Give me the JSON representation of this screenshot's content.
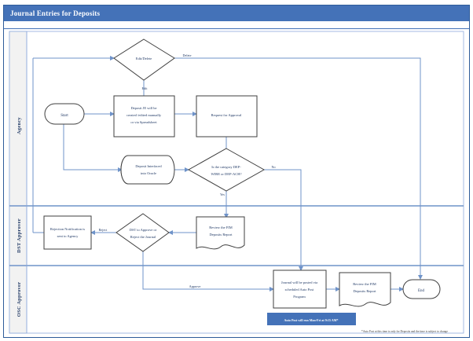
{
  "header": {
    "title": "Journal Entries for Deposits"
  },
  "lanes": [
    {
      "id": "agency",
      "label": "Agency"
    },
    {
      "id": "dst",
      "label": "DST Approver"
    },
    {
      "id": "osc",
      "label": "OSC Approver"
    }
  ],
  "nodes": [
    {
      "id": "edit-delete",
      "shape": "decision",
      "label": "Edit/Delete"
    },
    {
      "id": "start",
      "shape": "terminator",
      "label": "Start"
    },
    {
      "id": "deposit-je",
      "shape": "process",
      "lines": [
        "Deposit JE will be",
        "created /edited manually",
        "or via Spreadsheet"
      ]
    },
    {
      "id": "request-approval",
      "shape": "process",
      "lines": [
        "Request for Approval"
      ]
    },
    {
      "id": "deposit-interfaced",
      "shape": "database",
      "lines": [
        "Deposit Interfaced",
        "into Oracle"
      ]
    },
    {
      "id": "category-check",
      "shape": "decision",
      "lines": [
        "Is the category DEP-",
        "WIRE or DEP-ACH?"
      ]
    },
    {
      "id": "rejection-notification",
      "shape": "process",
      "lines": [
        "Rejection Notification is",
        "sent to Agency"
      ]
    },
    {
      "id": "dst-decision",
      "shape": "decision",
      "lines": [
        "DST to Approve or",
        "Reject the Journal"
      ]
    },
    {
      "id": "review-fim-dst",
      "shape": "document",
      "lines": [
        "Review the FIM",
        "Deposits Report"
      ]
    },
    {
      "id": "auto-post",
      "shape": "process",
      "lines": [
        "Journal will be posted via",
        "scheduled Auto Post",
        "Program"
      ]
    },
    {
      "id": "review-fim-osc",
      "shape": "document",
      "lines": [
        "Review the FIM",
        "Deposits Report"
      ]
    },
    {
      "id": "end",
      "shape": "terminator",
      "label": "End"
    }
  ],
  "edge_labels": {
    "delete": "Delete",
    "edit": "Edit",
    "no": "No",
    "yes": "Yes",
    "reject": "Reject",
    "approve": "Approve"
  },
  "note": {
    "text": "Auto Post will run Mon-Fri at 9:15 AM*",
    "color": "#4472b8"
  },
  "footnote": {
    "text": "*Auto Post at this time is only for Deposits and the time is subject to change"
  },
  "colors": {
    "header": "#4472b8",
    "connector": "#6f93c9",
    "shape_stroke": "#3f3f3f",
    "text": "#1f3864"
  }
}
